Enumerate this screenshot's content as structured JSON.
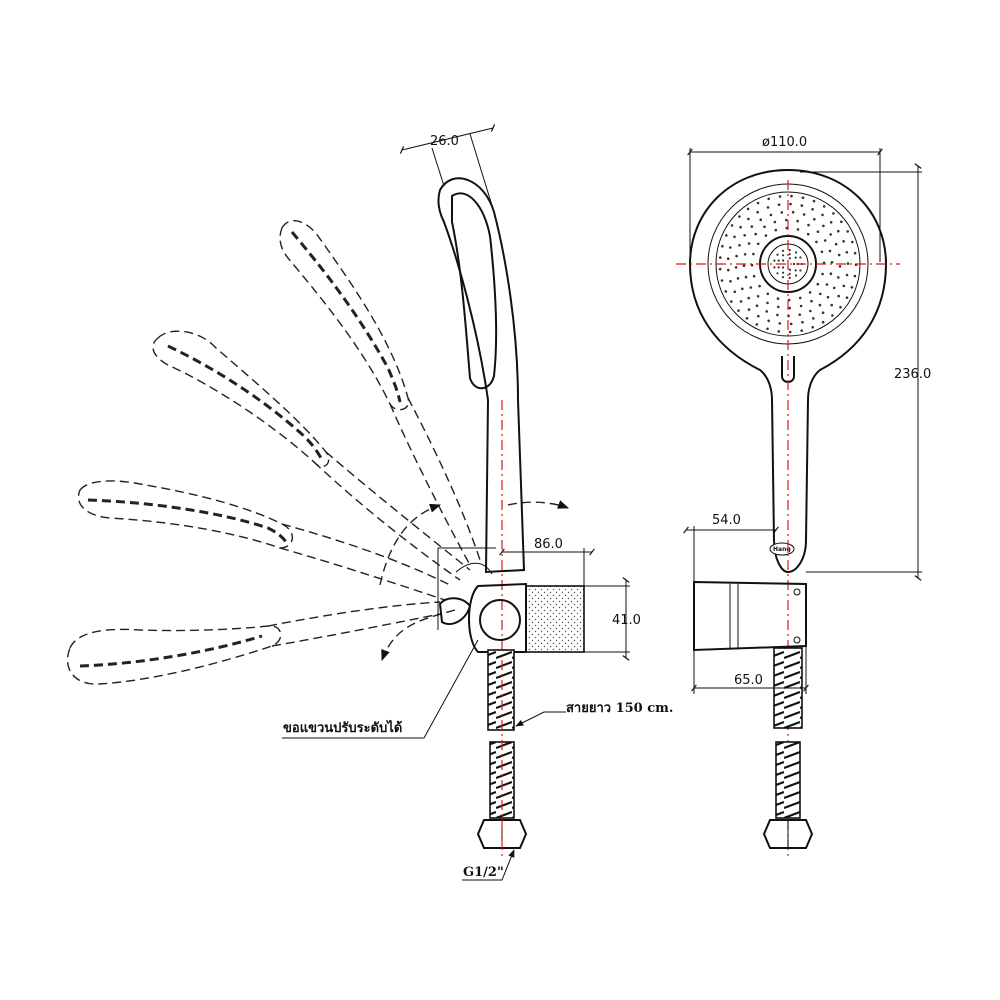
{
  "dimensions": {
    "handle_thickness": "26.0",
    "head_diameter": "ø110.0",
    "total_length": "236.0",
    "bracket_depth": "86.0",
    "bracket_height": "41.0",
    "wall_offset": "54.0",
    "bracket_width": "65.0"
  },
  "notes": {
    "adjustable_bracket": "ขอแขวนปรับระดับได้",
    "hose_length": "สายยาว 150  cm.",
    "thread_size": "G1/2\""
  },
  "brand_logo": "Hang",
  "colors": {
    "line": "#111111",
    "centerline": "#e01818"
  }
}
